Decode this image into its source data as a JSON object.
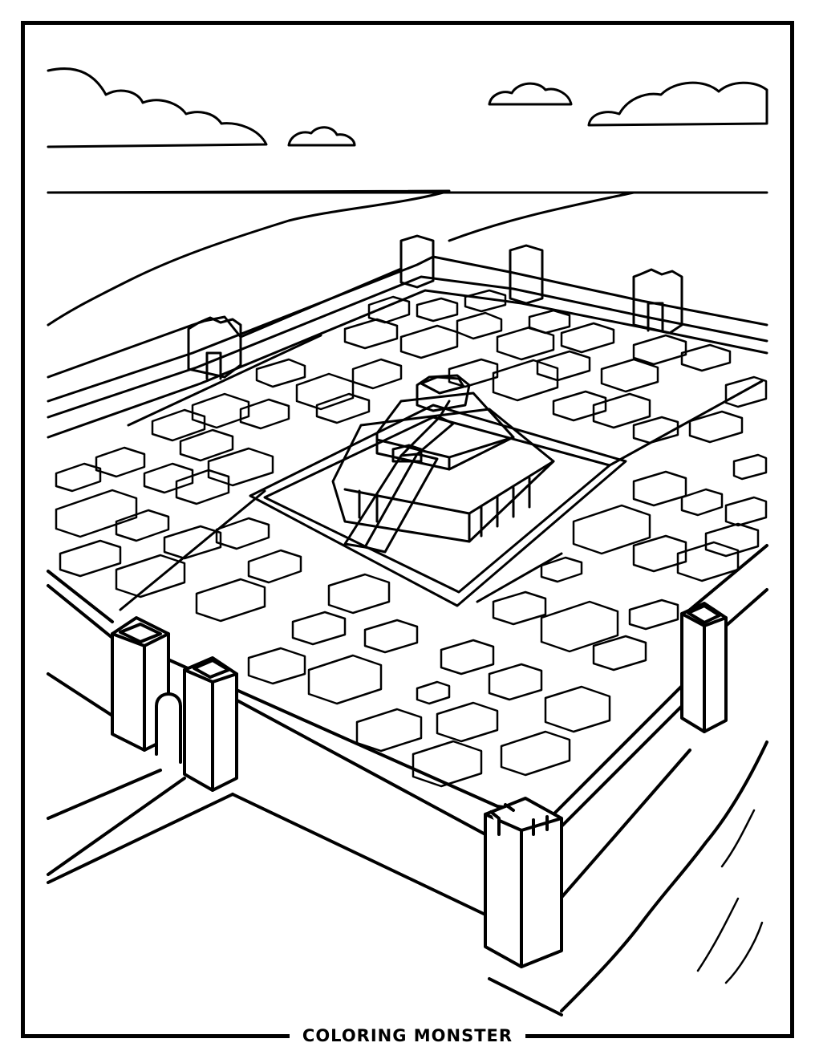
{
  "page": {
    "subject": "ancient walled city with central ziggurat, coloring page",
    "line_color": "#000000",
    "paper_color": "#ffffff"
  },
  "footer": {
    "brand": "COLORING MONSTER"
  },
  "icons": {
    "logo": "coloring-monster-wordmark"
  }
}
